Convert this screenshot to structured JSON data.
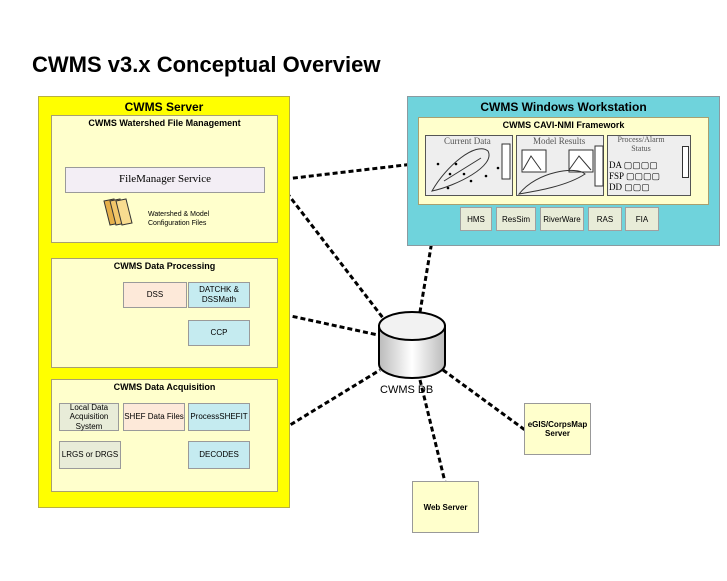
{
  "title": "CWMS v3.x Conceptual Overview",
  "server": {
    "title": "CWMS Server",
    "file_mgmt": {
      "title": "CWMS Watershed File Management",
      "service": "FileManager Service",
      "files_label": "Watershed & Model Configuration Files"
    },
    "processing": {
      "title": "CWMS Data Processing",
      "dss": "DSS",
      "datchk": "DATCHK & DSSMath",
      "ccp": "CCP"
    },
    "acquisition": {
      "title": "CWMS Data Acquisition",
      "local": "Local Data Acquisition System",
      "shef_files": "SHEF Data Files",
      "process_shefit": "ProcessSHEFIT",
      "lrgs": "LRGS or DRGS",
      "decodes": "DECODES"
    }
  },
  "workstation": {
    "title": "CWMS Windows Workstation",
    "framework": {
      "title": "CWMS CAVI-NMI Framework",
      "current_data": "Current Data",
      "model_results": "Model Results",
      "process_alarm": "Process/Alarm Status",
      "rows": [
        "DA",
        "FSP",
        "DD"
      ]
    },
    "tools": [
      "HMS",
      "ResSim",
      "RiverWare",
      "RAS",
      "FIA"
    ]
  },
  "db": {
    "label": "CWMS DB"
  },
  "egis": {
    "label": "eGIS/CorpsMap Server"
  },
  "web": {
    "label": "Web Server"
  }
}
